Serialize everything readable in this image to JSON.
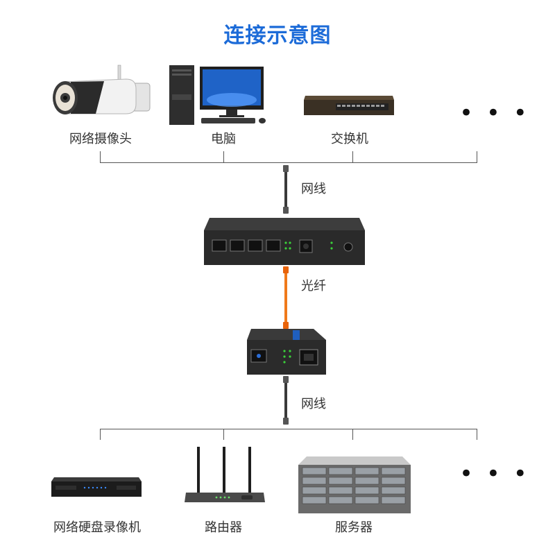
{
  "title": "连接示意图",
  "top_devices": [
    {
      "label": "网络摄像头",
      "icon": "ip-camera-icon"
    },
    {
      "label": "电脑",
      "icon": "desktop-computer-icon"
    },
    {
      "label": "交换机",
      "icon": "network-switch-icon"
    },
    {
      "label": "• • •",
      "icon": "more-icon"
    }
  ],
  "bottom_devices": [
    {
      "label": "网络硬盘录像机",
      "icon": "nvr-recorder-icon"
    },
    {
      "label": "路由器",
      "icon": "wifi-router-icon"
    },
    {
      "label": "服务器",
      "icon": "rack-server-icon"
    },
    {
      "label": "• • •",
      "icon": "more-icon"
    }
  ],
  "connections": {
    "upper_cable": "网线",
    "fiber": "光纤",
    "lower_cable": "网线"
  },
  "colors": {
    "title": "#1c6bd8",
    "fiber": "#f07a1a",
    "cable": "#3a3a3a"
  }
}
